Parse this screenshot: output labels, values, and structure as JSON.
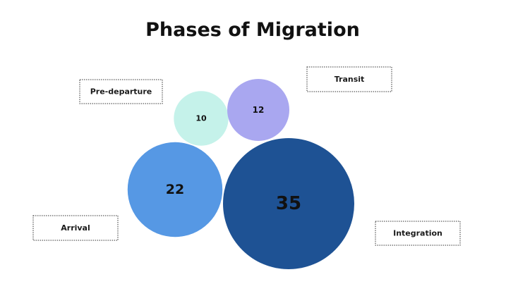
{
  "chart_data": {
    "type": "bubble",
    "title": "Phases of Migration",
    "series": [
      {
        "name": "Pre-departure",
        "value": 10,
        "color": "#c5f2ea"
      },
      {
        "name": "Transit",
        "value": 12,
        "color": "#a9a7f0"
      },
      {
        "name": "Arrival",
        "value": 22,
        "color": "#5698e4"
      },
      {
        "name": "Integration",
        "value": 35,
        "color": "#1e5294"
      }
    ],
    "legend": "none",
    "grid": false
  }
}
